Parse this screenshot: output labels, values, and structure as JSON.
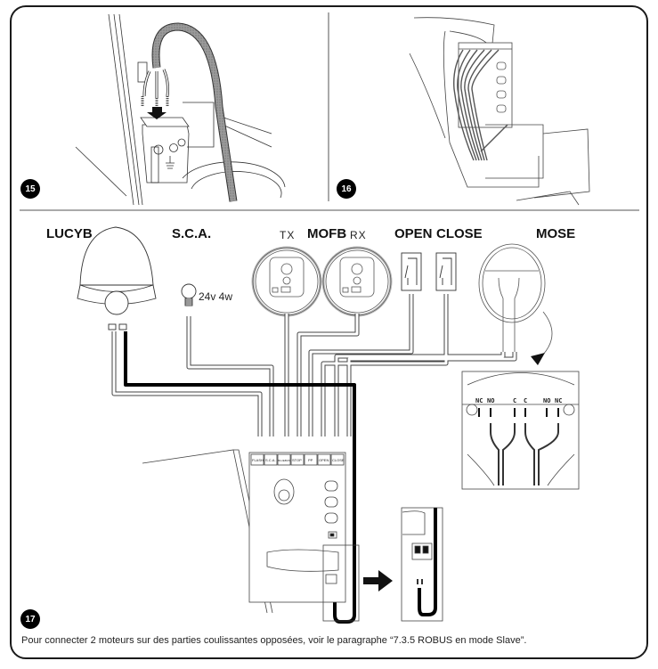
{
  "figures": [
    {
      "number": "15"
    },
    {
      "number": "16"
    },
    {
      "number": "17"
    }
  ],
  "devices": {
    "lucyb": "LUCYB",
    "sca": "S.C.A.",
    "sca_bulb": "24v 4w",
    "mofb": "MOFB",
    "tx": "TX",
    "rx": "RX",
    "open": "OPEN",
    "close": "CLOSE",
    "mose": "MOSE"
  },
  "mose_terminals": [
    "NC",
    "NO",
    "C",
    "C",
    "NO",
    "NC"
  ],
  "board_terminals": [
    "FLASH",
    "S.C.A.",
    "BLUEBUS",
    "STOP",
    "PP",
    "OPEN",
    "CLOSE"
  ],
  "caption": "Pour connecter 2 moteurs sur des parties coulissantes opposées, voir le paragraphe “7.3.5 ROBUS en mode Slave”.",
  "colors": {
    "ink": "#111111",
    "badge": "#000000",
    "cable": "#8a8a8a"
  }
}
